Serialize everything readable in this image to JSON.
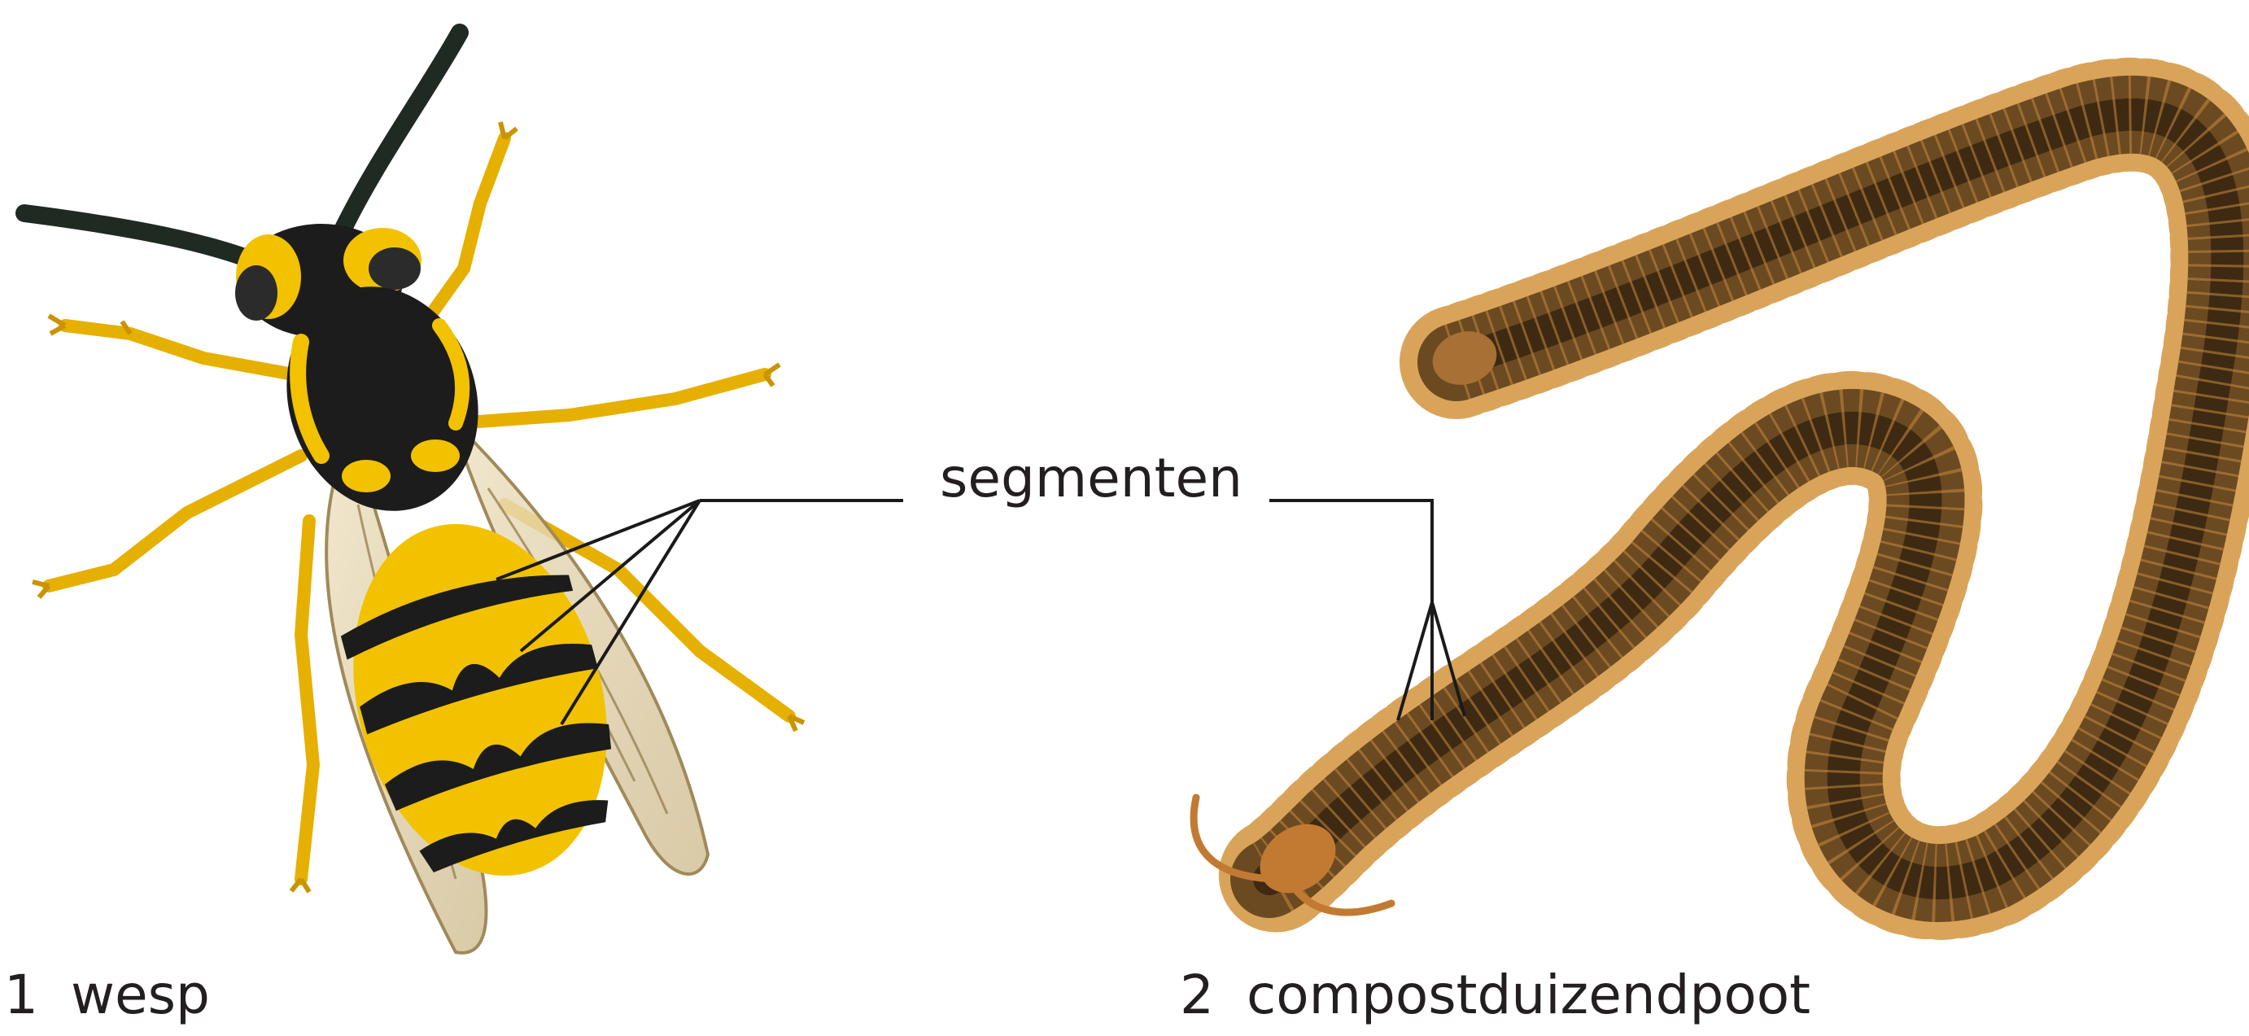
{
  "figure": {
    "label": "segmenten",
    "panels": [
      {
        "number": "1",
        "name": "wesp"
      },
      {
        "number": "2",
        "name": "compostduizendpoot"
      }
    ]
  },
  "colors": {
    "wasp_yellow": "#f2c200",
    "wasp_black": "#1c1c1c",
    "wasp_wing": "#d9c9a0",
    "wasp_leg": "#e8b400",
    "centipede_dark": "#4a3418",
    "centipede_mid": "#7a5526",
    "centipede_light": "#c8893c",
    "centipede_leg": "#d9a45a",
    "leader_line": "#1a1a1a",
    "text": "#231f20"
  },
  "icons": [
    "wasp-illustration",
    "centipede-illustration"
  ]
}
